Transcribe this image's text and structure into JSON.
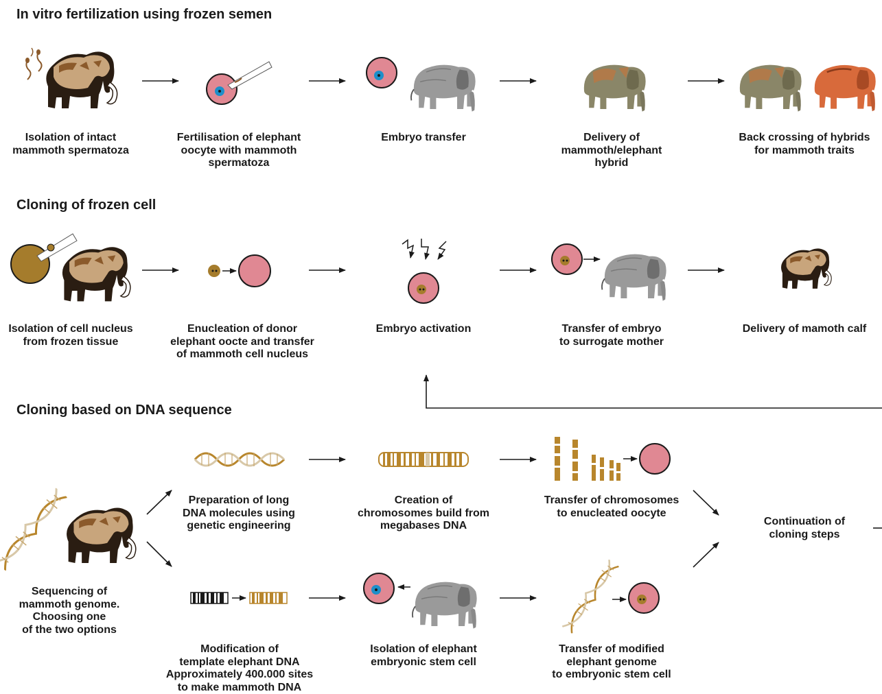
{
  "sections": [
    {
      "title": "In vitro fertilization using frozen semen",
      "steps": [
        "Isolation of intact\nmammoth spermatoza",
        "Fertilisation of elephant\noocyte with mammoth\nspermatoza",
        "Embryo transfer",
        "Delivery of\nmammoth/elephant\nhybrid",
        "Back crossing of hybrids\nfor mammoth traits"
      ]
    },
    {
      "title": "Cloning of frozen cell",
      "steps": [
        "Isolation of cell nucleus\nfrom frozen tissue",
        "Enucleation of donor\nelephant oocte and transfer\nof mammoth cell nucleus",
        "Embryo activation",
        "Transfer of embryo\nto surrogate mother",
        "Delivery of mamoth calf"
      ]
    },
    {
      "title": "Cloning based on DNA sequence",
      "start": "Sequencing of\nmammoth genome.\nChoosing one\nof the two options",
      "upper_branch": [
        "Preparation of long\nDNA molecules using\ngenetic engineering",
        "Creation of\nchromosomes build  from\nmegabases DNA",
        "Transfer of chromosomes\nto enucleated oocyte"
      ],
      "lower_branch": [
        "Modification of\ntemplate elephant DNA\nApproximately 400.000 sites\nto make mammoth DNA",
        "Isolation of  elephant\nembryonic stem cell",
        "Transfer of modified\nelephant genome\nto embryonic stem cell"
      ],
      "end": "Continuation of\ncloning steps"
    }
  ],
  "colors": {
    "mammoth_fur": "#8b5a2b",
    "mammoth_light": "#c8a57c",
    "oocyte": "#e08893",
    "nucleus_blue": "#1d8fc9",
    "mammoth_nucleus": "#a57c2c",
    "elephant_grey": "#9a9a9a",
    "hybrid": "#8a8668",
    "backcross": "#d86a3b",
    "dna_gold": "#b8862c",
    "arrow": "#1a1a1a"
  },
  "icons": [
    "mammoth-icon",
    "sperm-icon",
    "oocyte-icon",
    "pipette-icon",
    "elephant-icon",
    "lightning-icon",
    "dna-helix-icon",
    "chromosome-icon",
    "barcode-icon"
  ]
}
